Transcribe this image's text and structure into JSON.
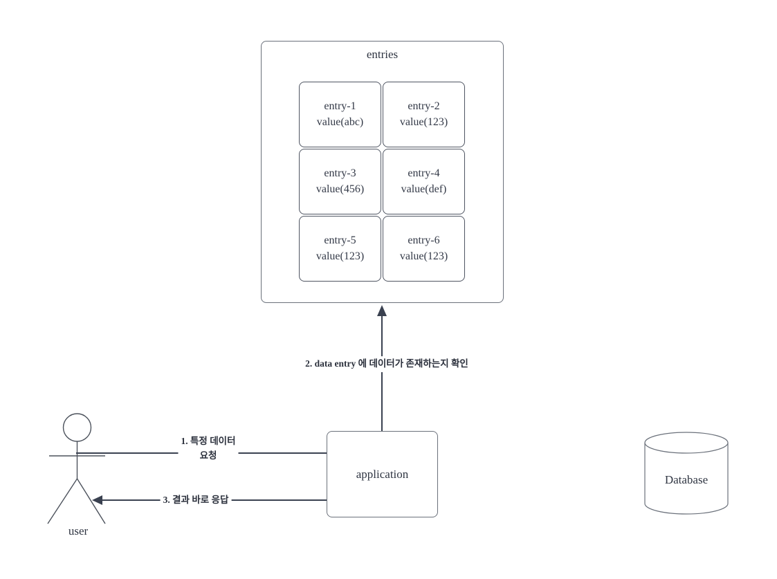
{
  "diagram": {
    "entries_container": {
      "title": "entries",
      "entries": [
        {
          "name": "entry-1",
          "value": "value(abc)"
        },
        {
          "name": "entry-2",
          "value": "value(123)"
        },
        {
          "name": "entry-3",
          "value": "value(456)"
        },
        {
          "name": "entry-4",
          "value": "value(def)"
        },
        {
          "name": "entry-5",
          "value": "value(123)"
        },
        {
          "name": "entry-6",
          "value": "value(123)"
        }
      ]
    },
    "nodes": {
      "application": {
        "label": "application"
      },
      "database": {
        "label": "Database"
      },
      "user": {
        "label": "user"
      }
    },
    "edges": {
      "request": {
        "label": "1. 특정 데이터\n요청"
      },
      "check": {
        "label": "2. data entry 에 데이터가 존재하는지 확인"
      },
      "response": {
        "label": "3. 결과 바로 응답"
      }
    },
    "colors": {
      "shape_stroke": "#6a707a",
      "entry_stroke": "#4e5461",
      "edge_stroke": "#3a4150",
      "text": "#2f3542",
      "background": "#ffffff"
    }
  }
}
